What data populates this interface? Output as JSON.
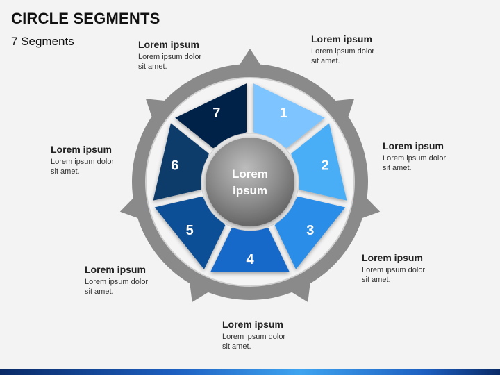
{
  "slide": {
    "title": "CIRCLE SEGMENTS",
    "subtitle": "7 Segments"
  },
  "hub": {
    "line1": "Lorem",
    "line2": "ipsum"
  },
  "segments": [
    {
      "number": "1",
      "color": "#7ec4ff"
    },
    {
      "number": "2",
      "color": "#48aef6"
    },
    {
      "number": "3",
      "color": "#2a8de8"
    },
    {
      "number": "4",
      "color": "#1368c9"
    },
    {
      "number": "5",
      "color": "#0c4f96"
    },
    {
      "number": "6",
      "color": "#0b3a6b"
    },
    {
      "number": "7",
      "color": "#06244a"
    }
  ],
  "ring_color": "#8a8a8a",
  "callouts": [
    {
      "title": "Lorem ipsum",
      "line1": "Lorem ipsum dolor",
      "line2": "sit amet."
    },
    {
      "title": "Lorem ipsum",
      "line1": "Lorem ipsum dolor",
      "line2": "sit amet."
    },
    {
      "title": "Lorem ipsum",
      "line1": "Lorem ipsum dolor",
      "line2": "sit amet."
    },
    {
      "title": "Lorem ipsum",
      "line1": "Lorem ipsum dolor",
      "line2": "sit amet."
    },
    {
      "title": "Lorem ipsum",
      "line1": "Lorem ipsum dolor",
      "line2": "sit amet."
    },
    {
      "title": "Lorem ipsum",
      "line1": "Lorem ipsum dolor",
      "line2": "sit amet."
    },
    {
      "title": "Lorem ipsum",
      "line1": "Lorem ipsum dolor",
      "line2": "sit amet."
    }
  ]
}
